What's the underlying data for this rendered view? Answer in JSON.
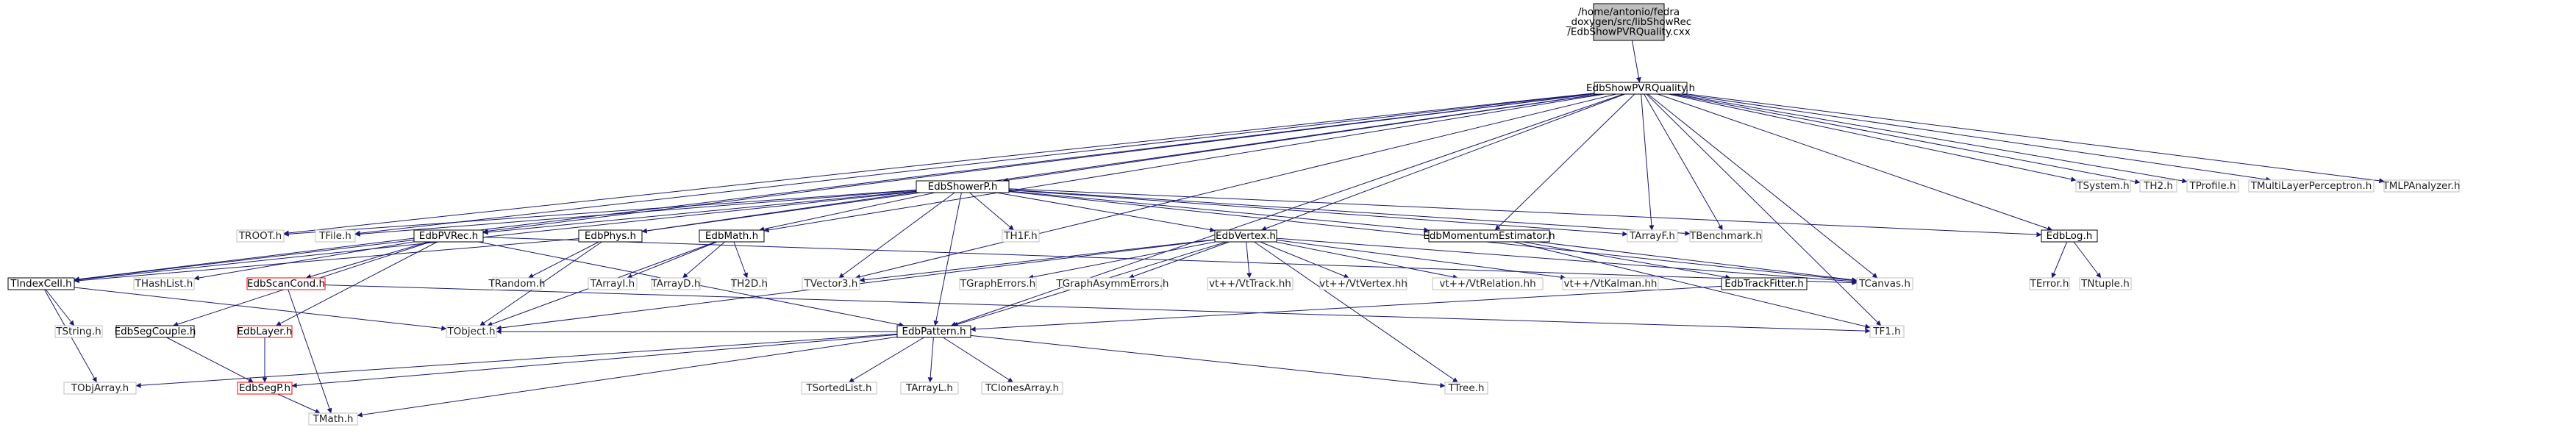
{
  "graph": {
    "colors": {
      "edge": "#191970",
      "root_fill": "#bfbfbf",
      "node_border": "#000000",
      "external_border": "#bfbfbf",
      "incomplete_border": "#ff0000"
    },
    "nodes": [
      {
        "id": "root",
        "label": [
          "/home/antonio/fedra",
          "_doxygen/src/libShowRec",
          "/EdbShowPVRQuality.cxx"
        ],
        "kind": "root"
      },
      {
        "id": "showpvrq",
        "label": [
          "EdbShowPVRQuality.h"
        ],
        "kind": "doc"
      },
      {
        "id": "showerp",
        "label": [
          "EdbShowerP.h"
        ],
        "kind": "doc"
      },
      {
        "id": "tsystem",
        "label": [
          "TSystem.h"
        ],
        "kind": "ext"
      },
      {
        "id": "th2",
        "label": [
          "TH2.h"
        ],
        "kind": "ext"
      },
      {
        "id": "tprofile",
        "label": [
          "TProfile.h"
        ],
        "kind": "ext"
      },
      {
        "id": "tmlp",
        "label": [
          "TMultiLayerPerceptron.h"
        ],
        "kind": "ext"
      },
      {
        "id": "tmlpa",
        "label": [
          "TMLPAnalyzer.h"
        ],
        "kind": "ext"
      },
      {
        "id": "troot",
        "label": [
          "TROOT.h"
        ],
        "kind": "ext"
      },
      {
        "id": "tfile",
        "label": [
          "TFile.h"
        ],
        "kind": "ext"
      },
      {
        "id": "pvrec",
        "label": [
          "EdbPVRec.h"
        ],
        "kind": "doc"
      },
      {
        "id": "phys",
        "label": [
          "EdbPhys.h"
        ],
        "kind": "doc"
      },
      {
        "id": "math",
        "label": [
          "EdbMath.h"
        ],
        "kind": "doc"
      },
      {
        "id": "th1f",
        "label": [
          "TH1F.h"
        ],
        "kind": "ext"
      },
      {
        "id": "vertex",
        "label": [
          "EdbVertex.h"
        ],
        "kind": "doc"
      },
      {
        "id": "momest",
        "label": [
          "EdbMomentumEstimator.h"
        ],
        "kind": "doc"
      },
      {
        "id": "tarrayf",
        "label": [
          "TArrayF.h"
        ],
        "kind": "ext"
      },
      {
        "id": "tbench",
        "label": [
          "TBenchmark.h"
        ],
        "kind": "ext"
      },
      {
        "id": "log",
        "label": [
          "EdbLog.h"
        ],
        "kind": "doc"
      },
      {
        "id": "tindexcell",
        "label": [
          "TIndexCell.h"
        ],
        "kind": "doc"
      },
      {
        "id": "thashlist",
        "label": [
          "THashList.h"
        ],
        "kind": "ext"
      },
      {
        "id": "scancond",
        "label": [
          "EdbScanCond.h"
        ],
        "kind": "red"
      },
      {
        "id": "trandom",
        "label": [
          "TRandom.h"
        ],
        "kind": "ext"
      },
      {
        "id": "tarrayi",
        "label": [
          "TArrayI.h"
        ],
        "kind": "ext"
      },
      {
        "id": "tarrayd",
        "label": [
          "TArrayD.h"
        ],
        "kind": "ext"
      },
      {
        "id": "th2d",
        "label": [
          "TH2D.h"
        ],
        "kind": "ext"
      },
      {
        "id": "tvector3",
        "label": [
          "TVector3.h"
        ],
        "kind": "ext"
      },
      {
        "id": "tgrapherr",
        "label": [
          "TGraphErrors.h"
        ],
        "kind": "ext"
      },
      {
        "id": "tgraphasym",
        "label": [
          "TGraphAsymmErrors.h"
        ],
        "kind": "ext"
      },
      {
        "id": "vttrack",
        "label": [
          "vt++/VtTrack.hh"
        ],
        "kind": "ext"
      },
      {
        "id": "vtvertex",
        "label": [
          "vt++/VtVertex.hh"
        ],
        "kind": "ext"
      },
      {
        "id": "vtrel",
        "label": [
          "vt++/VtRelation.hh"
        ],
        "kind": "ext"
      },
      {
        "id": "vtkalman",
        "label": [
          "vt++/VtKalman.hh"
        ],
        "kind": "ext"
      },
      {
        "id": "tcanvas",
        "label": [
          "TCanvas.h"
        ],
        "kind": "ext"
      },
      {
        "id": "terror",
        "label": [
          "TError.h"
        ],
        "kind": "ext"
      },
      {
        "id": "tntuple",
        "label": [
          "TNtuple.h"
        ],
        "kind": "ext"
      },
      {
        "id": "tstring",
        "label": [
          "TString.h"
        ],
        "kind": "ext"
      },
      {
        "id": "segcouple",
        "label": [
          "EdbSegCouple.h"
        ],
        "kind": "doc"
      },
      {
        "id": "layer",
        "label": [
          "EdbLayer.h"
        ],
        "kind": "red"
      },
      {
        "id": "tobject",
        "label": [
          "TObject.h"
        ],
        "kind": "ext"
      },
      {
        "id": "trackfitter",
        "label": [
          "EdbTrackFitter.h"
        ],
        "kind": "doc"
      },
      {
        "id": "tf1",
        "label": [
          "TF1.h"
        ],
        "kind": "ext"
      },
      {
        "id": "pattern",
        "label": [
          "EdbPattern.h"
        ],
        "kind": "doc"
      },
      {
        "id": "tobjarray",
        "label": [
          "TObjArray.h"
        ],
        "kind": "ext"
      },
      {
        "id": "segp",
        "label": [
          "EdbSegP.h"
        ],
        "kind": "red"
      },
      {
        "id": "tsortedlist",
        "label": [
          "TSortedList.h"
        ],
        "kind": "ext"
      },
      {
        "id": "tarrayl",
        "label": [
          "TArrayL.h"
        ],
        "kind": "ext"
      },
      {
        "id": "tclones",
        "label": [
          "TClonesArray.h"
        ],
        "kind": "ext"
      },
      {
        "id": "ttree",
        "label": [
          "TTree.h"
        ],
        "kind": "ext"
      },
      {
        "id": "tmath",
        "label": [
          "TMath.h"
        ],
        "kind": "ext"
      }
    ],
    "edges": [
      [
        "root",
        "showpvrq"
      ],
      [
        "showpvrq",
        "showerp"
      ],
      [
        "showpvrq",
        "tsystem"
      ],
      [
        "showpvrq",
        "th2"
      ],
      [
        "showpvrq",
        "tprofile"
      ],
      [
        "showpvrq",
        "tmlp"
      ],
      [
        "showpvrq",
        "tmlpa"
      ],
      [
        "showpvrq",
        "troot"
      ],
      [
        "showpvrq",
        "tfile"
      ],
      [
        "showpvrq",
        "pvrec"
      ],
      [
        "showpvrq",
        "phys"
      ],
      [
        "showpvrq",
        "math"
      ],
      [
        "showpvrq",
        "vertex"
      ],
      [
        "showpvrq",
        "momest"
      ],
      [
        "showpvrq",
        "tarrayf"
      ],
      [
        "showpvrq",
        "tbench"
      ],
      [
        "showpvrq",
        "log"
      ],
      [
        "showpvrq",
        "tindexcell"
      ],
      [
        "showpvrq",
        "tvector3"
      ],
      [
        "showpvrq",
        "tcanvas"
      ],
      [
        "showpvrq",
        "pattern"
      ],
      [
        "showpvrq",
        "tf1"
      ],
      [
        "showerp",
        "troot"
      ],
      [
        "showerp",
        "tfile"
      ],
      [
        "showerp",
        "pvrec"
      ],
      [
        "showerp",
        "phys"
      ],
      [
        "showerp",
        "math"
      ],
      [
        "showerp",
        "th1f"
      ],
      [
        "showerp",
        "vertex"
      ],
      [
        "showerp",
        "momest"
      ],
      [
        "showerp",
        "tarrayf"
      ],
      [
        "showerp",
        "tbench"
      ],
      [
        "showerp",
        "log"
      ],
      [
        "showerp",
        "tindexcell"
      ],
      [
        "showerp",
        "tvector3"
      ],
      [
        "showerp",
        "tcanvas"
      ],
      [
        "showerp",
        "pattern"
      ],
      [
        "pvrec",
        "tindexcell"
      ],
      [
        "pvrec",
        "thashlist"
      ],
      [
        "pvrec",
        "scancond"
      ],
      [
        "pvrec",
        "segcouple"
      ],
      [
        "pvrec",
        "layer"
      ],
      [
        "pvrec",
        "pattern"
      ],
      [
        "pvrec",
        "tcanvas"
      ],
      [
        "phys",
        "tindexcell"
      ],
      [
        "phys",
        "trandom"
      ],
      [
        "phys",
        "tobject"
      ],
      [
        "math",
        "tarrayi"
      ],
      [
        "math",
        "tarrayd"
      ],
      [
        "math",
        "th2d"
      ],
      [
        "math",
        "tobject"
      ],
      [
        "vertex",
        "tvector3"
      ],
      [
        "vertex",
        "tgrapherr"
      ],
      [
        "vertex",
        "tgraphasym"
      ],
      [
        "vertex",
        "vttrack"
      ],
      [
        "vertex",
        "vtvertex"
      ],
      [
        "vertex",
        "vtrel"
      ],
      [
        "vertex",
        "vtkalman"
      ],
      [
        "vertex",
        "tobject"
      ],
      [
        "vertex",
        "pattern"
      ],
      [
        "vertex",
        "tcanvas"
      ],
      [
        "vertex",
        "ttree"
      ],
      [
        "momest",
        "trackfitter"
      ],
      [
        "momest",
        "tcanvas"
      ],
      [
        "momest",
        "tf1"
      ],
      [
        "log",
        "terror"
      ],
      [
        "log",
        "tntuple"
      ],
      [
        "tindexcell",
        "tstring"
      ],
      [
        "tindexcell",
        "tobjarray"
      ],
      [
        "tindexcell",
        "tobject"
      ],
      [
        "scancond",
        "tmath"
      ],
      [
        "scancond",
        "tf1"
      ],
      [
        "segcouple",
        "segp"
      ],
      [
        "layer",
        "segp"
      ],
      [
        "trackfitter",
        "pattern"
      ],
      [
        "pattern",
        "segp"
      ],
      [
        "pattern",
        "tobjarray"
      ],
      [
        "pattern",
        "tsortedlist"
      ],
      [
        "pattern",
        "tarrayl"
      ],
      [
        "pattern",
        "tclones"
      ],
      [
        "pattern",
        "ttree"
      ],
      [
        "pattern",
        "tmath"
      ],
      [
        "pattern",
        "tobject"
      ],
      [
        "segp",
        "tmath"
      ]
    ]
  }
}
